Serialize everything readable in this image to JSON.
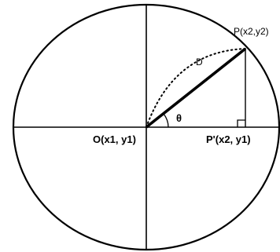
{
  "labels": {
    "point_p": "P(x2,y2)",
    "distance": "D",
    "angle": "θ",
    "origin": "O(x1, y1)",
    "point_p_prime": "P'(x2, y1)"
  }
}
